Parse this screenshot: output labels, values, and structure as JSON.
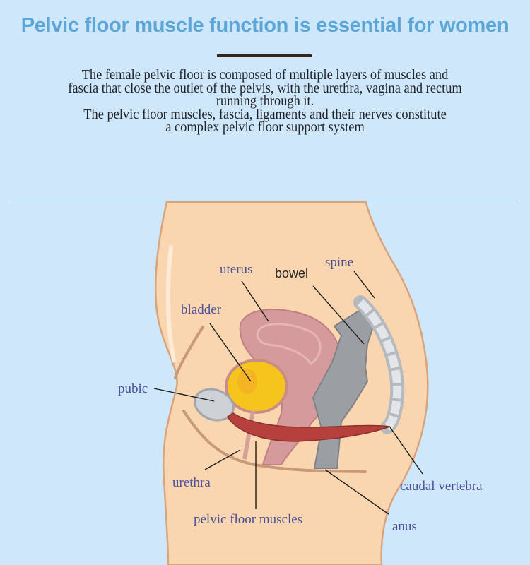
{
  "header": {
    "title": "Pelvic floor muscle function is essential for women",
    "description_lines": [
      "The female pelvic floor is composed of multiple layers of muscles and",
      "fascia that close the outlet of the pelvis, with the urethra, vagina and rectum",
      "running through it.",
      "The pelvic floor muscles, fascia, ligaments and their nerves constitute",
      "a complex pelvic floor support system"
    ]
  },
  "diagram": {
    "labels": {
      "uterus": "uterus",
      "bowel": "bowel",
      "spine": "spine",
      "bladder": "bladder",
      "pubic": "pubic",
      "urethra": "urethra",
      "pelvic_floor_muscles": "pelvic floor muscles",
      "caudal_vertebra": "caudal vertebra",
      "anus": "anus"
    },
    "colors": {
      "skin": "#f9d6b0",
      "uterus": "#d59b9c",
      "bladder": "#f6c51d",
      "muscle": "#b6413c",
      "bowel": "#9b9ea2",
      "bone": "#c9ccd0"
    }
  }
}
